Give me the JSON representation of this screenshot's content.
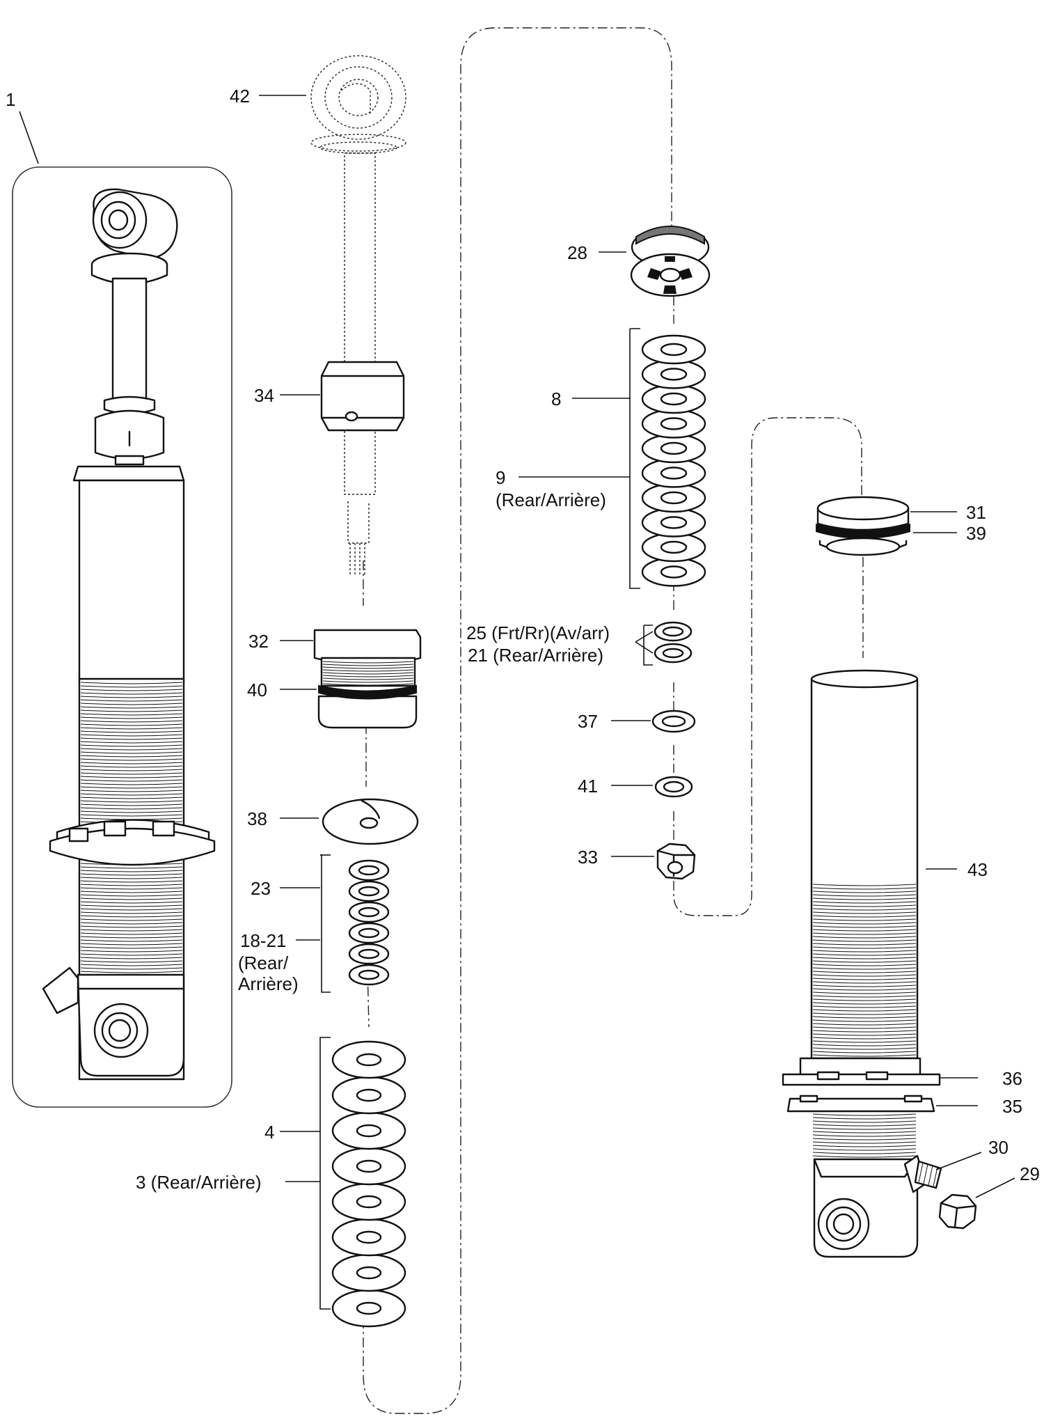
{
  "diagram": {
    "callouts": {
      "c1": "1",
      "c42": "42",
      "c34": "34",
      "c32": "32",
      "c40": "40",
      "c38": "38",
      "c23": "23",
      "c18_21_l1": "18-21",
      "c18_21_l2": "(Rear/",
      "c18_21_l3": "Arrière)",
      "c4": "4",
      "c3": "3 (Rear/Arrière)",
      "c28": "28",
      "c8": "8",
      "c9_l1": "9",
      "c9_l2": "(Rear/Arrière)",
      "c25": "25 (Frt/Rr)(Av/arr)",
      "c21": "21 (Rear/Arrière)",
      "c37": "37",
      "c41": "41",
      "c33": "33",
      "c31": "31",
      "c39": "39",
      "c43": "43",
      "c36": "36",
      "c35": "35",
      "c30": "30",
      "c29": "29"
    }
  }
}
